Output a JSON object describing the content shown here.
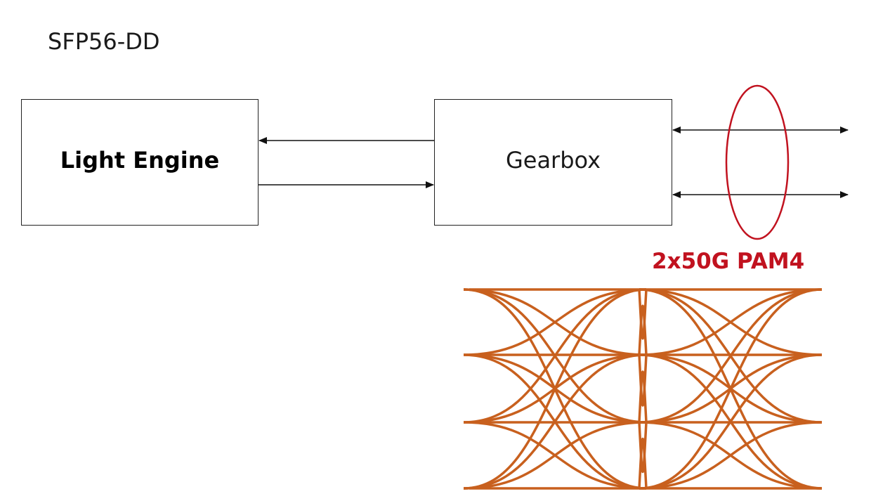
{
  "title": "SFP56-DD",
  "blocks": {
    "light_engine": "Light Engine",
    "gearbox": "Gearbox"
  },
  "eye_label": "2x50G PAM4",
  "colors": {
    "eye": "#c8601e",
    "highlight": "#c1121f",
    "line": "#111111"
  },
  "icons": {
    "lane_marker": "ellipse-icon",
    "eye_diagram": "eye-diagram-icon"
  }
}
